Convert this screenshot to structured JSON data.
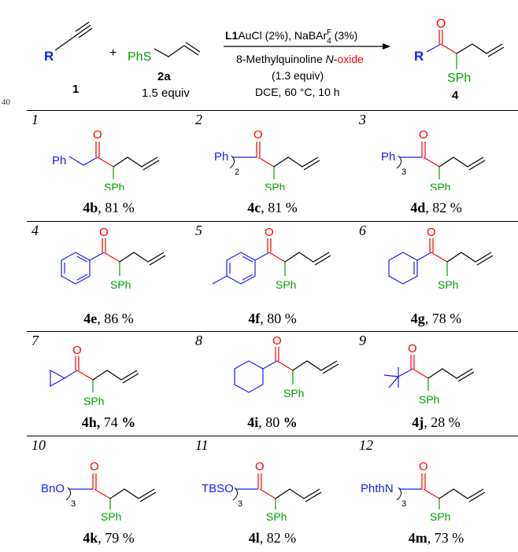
{
  "scheme": {
    "reagent_r": "R",
    "plus": "+",
    "reagent_1_id": "1",
    "phs": "PhS",
    "reagent_2_id": "2a",
    "reagent_2_equiv": "1.5 equiv",
    "cond_catalyst_l1": "L1",
    "cond_catalyst_rest": "AuCl (2%), NaBAr",
    "cond_f": "F",
    "cond_4": "4",
    "cond_pct": " (3%)",
    "cond_oxide_pre": "8-Methylquinoline ",
    "cond_oxide_n": "N",
    "cond_oxide_dash": "-",
    "cond_oxide_word": "oxide",
    "cond_equiv": "(1.3 equiv)",
    "cond_solvent": "DCE, 60 °C, 10 h",
    "product_r": "R",
    "product_o": "O",
    "product_sph": "SPh",
    "product_id": "4",
    "corner_note": "40"
  },
  "entries": [
    {
      "num": "1",
      "id": "4b",
      "yield": ", 81 %",
      "sub": "Ph"
    },
    {
      "num": "2",
      "id": "4c",
      "yield": ", 81 %",
      "sub": "Ph",
      "n": "2"
    },
    {
      "num": "3",
      "id": "4d",
      "yield": ", 82 %",
      "sub": "Ph",
      "n": "3"
    },
    {
      "num": "4",
      "id": "4e",
      "yield": ", 86 %"
    },
    {
      "num": "5",
      "id": "4f",
      "yield": ", 80 %"
    },
    {
      "num": "6",
      "id": "4g",
      "yield": ", 78 %"
    },
    {
      "num": "7",
      "id": "4h,",
      "yield": " 74 ",
      "pct_bold": "%"
    },
    {
      "num": "8",
      "id": "4i",
      "yield": ", 80 ",
      "pct_bold": "%"
    },
    {
      "num": "9",
      "id": "4j",
      "yield": ", 28 %"
    },
    {
      "num": "10",
      "id": "4k",
      "yield": ", 79 %",
      "sub": "BnO",
      "n": "3"
    },
    {
      "num": "11",
      "id": "4l",
      "yield": ", 82 %",
      "sub": "TBSO",
      "n": "3"
    },
    {
      "num": "12",
      "id": "4m",
      "yield": ", 73 %",
      "sub": "PhthN",
      "n": "3"
    }
  ],
  "common": {
    "o": "O",
    "sph": "SPh"
  },
  "colors": {
    "blue": "#1a1aff",
    "red": "#ff0000",
    "green": "#00a000",
    "black": "#000000"
  }
}
